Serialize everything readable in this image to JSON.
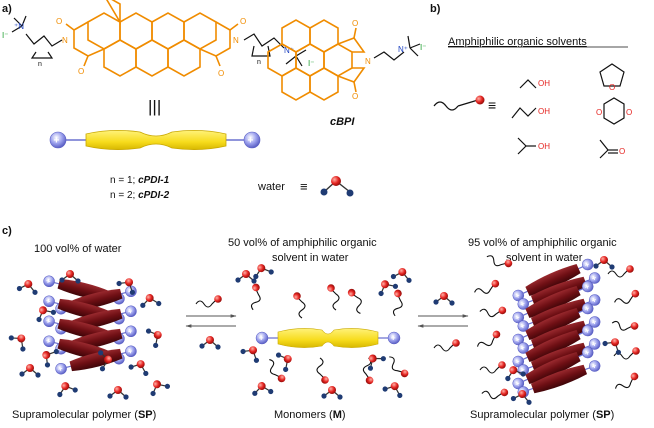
{
  "panel_labels": {
    "a": "a)",
    "b": "b)",
    "c": "c)"
  },
  "panel_a": {
    "pdi_labels": {
      "line1": "n = 1; ",
      "name1": "cPDI-1",
      "line2": "n = 2; ",
      "name2": "cPDI-2"
    },
    "pdi_n1": "n",
    "pdi_n2": "n",
    "pdi_iodide_left": "I⁻",
    "pdi_iodide_right": "I⁻",
    "pdi_n_plus_left": "⁺N",
    "pdi_n_plus_right": "N⁺",
    "pdi_o": "O",
    "pdi_n": "N",
    "cbpi_label": "cBPI",
    "cbpi_n_plus": "N⁺",
    "cbpi_iodide": "I⁻",
    "cbpi_o": "O",
    "cbpi_n": "N",
    "equiv": "|||",
    "water_label": "water",
    "equiv_sign": "≡"
  },
  "panel_b": {
    "title": "Amphiphilic organic solvents",
    "equiv_sign": "≡",
    "oh": "OH",
    "o": "O"
  },
  "panel_c": {
    "stage1_title": "100 vol% of water",
    "stage2_title_line1": "50 vol% of amphiphilic organic",
    "stage2_title_line2": "solvent in water",
    "stage3_title_line1": "95 vol% of amphiphilic organic",
    "stage3_title_line2": "solvent in water",
    "stage1_caption_pre": "Supramolecular polymer (",
    "stage1_caption_bold": "SP",
    "stage1_caption_post": ")",
    "stage2_caption_pre": "Monomers (",
    "stage2_caption_bold": "M",
    "stage2_caption_post": ")",
    "stage3_caption_pre": "Supramolecular polymer (",
    "stage3_caption_bold": "SP",
    "stage3_caption_post": ")"
  },
  "colors": {
    "orange": "#f08c00",
    "yellow": "#f7dc1c",
    "wine": "#6e0f14",
    "red": "#e52421",
    "navy": "#1f3b73",
    "blue_sphere": "#8c93e8",
    "green": "#1d9e2e",
    "amide_blue": "#1a3fbf"
  }
}
